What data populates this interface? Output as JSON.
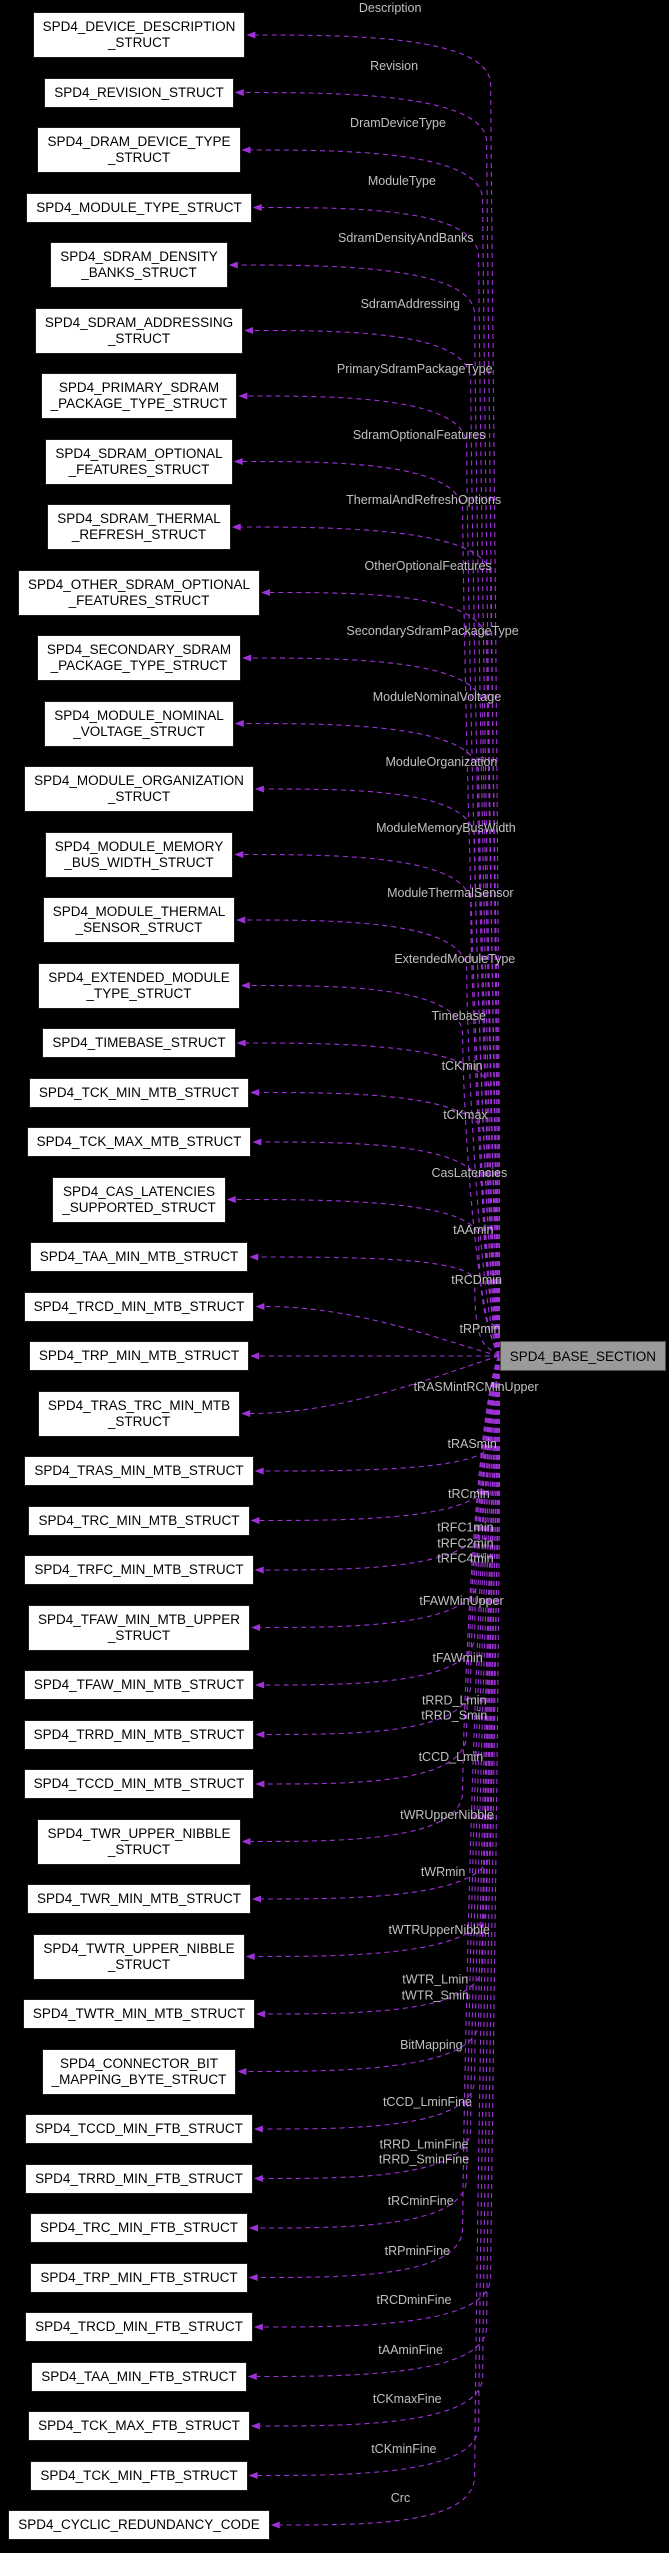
{
  "diagram": {
    "base_node": {
      "label": "SPD4_BASE_SECTION"
    },
    "colors": {
      "background": "#000000",
      "node_fill": "#FFFFFF",
      "node_border": "#1A1A1A",
      "node_text": "#000000",
      "base_fill": "#9A9A9A",
      "base_border": "#4D4D4D",
      "edge": "#9E32D8",
      "label_text": "#C0C0C0"
    },
    "rows": [
      {
        "name": "SPD4_DEVICE_DESCRIPTION\n_STRUCT",
        "field": "Description"
      },
      {
        "name": "SPD4_REVISION_STRUCT",
        "field": "Revision"
      },
      {
        "name": "SPD4_DRAM_DEVICE_TYPE\n_STRUCT",
        "field": "DramDeviceType"
      },
      {
        "name": "SPD4_MODULE_TYPE_STRUCT",
        "field": "ModuleType"
      },
      {
        "name": "SPD4_SDRAM_DENSITY\n_BANKS_STRUCT",
        "field": "SdramDensityAndBanks"
      },
      {
        "name": "SPD4_SDRAM_ADDRESSING\n_STRUCT",
        "field": "SdramAddressing"
      },
      {
        "name": "SPD4_PRIMARY_SDRAM\n_PACKAGE_TYPE_STRUCT",
        "field": "PrimarySdramPackageType"
      },
      {
        "name": "SPD4_SDRAM_OPTIONAL\n_FEATURES_STRUCT",
        "field": "SdramOptionalFeatures"
      },
      {
        "name": "SPD4_SDRAM_THERMAL\n_REFRESH_STRUCT",
        "field": "ThermalAndRefreshOptions"
      },
      {
        "name": "SPD4_OTHER_SDRAM_OPTIONAL\n_FEATURES_STRUCT",
        "field": "OtherOptionalFeatures"
      },
      {
        "name": "SPD4_SECONDARY_SDRAM\n_PACKAGE_TYPE_STRUCT",
        "field": "SecondarySdramPackageType"
      },
      {
        "name": "SPD4_MODULE_NOMINAL\n_VOLTAGE_STRUCT",
        "field": "ModuleNominalVoltage"
      },
      {
        "name": "SPD4_MODULE_ORGANIZATION\n_STRUCT",
        "field": "ModuleOrganization"
      },
      {
        "name": "SPD4_MODULE_MEMORY\n_BUS_WIDTH_STRUCT",
        "field": "ModuleMemoryBusWidth"
      },
      {
        "name": "SPD4_MODULE_THERMAL\n_SENSOR_STRUCT",
        "field": "ModuleThermalSensor"
      },
      {
        "name": "SPD4_EXTENDED_MODULE\n_TYPE_STRUCT",
        "field": "ExtendedModuleType"
      },
      {
        "name": "SPD4_TIMEBASE_STRUCT",
        "field": "Timebase"
      },
      {
        "name": "SPD4_TCK_MIN_MTB_STRUCT",
        "field": "tCKmin"
      },
      {
        "name": "SPD4_TCK_MAX_MTB_STRUCT",
        "field": "tCKmax"
      },
      {
        "name": "SPD4_CAS_LATENCIES\n_SUPPORTED_STRUCT",
        "field": "CasLatencies"
      },
      {
        "name": "SPD4_TAA_MIN_MTB_STRUCT",
        "field": "tAAmin"
      },
      {
        "name": "SPD4_TRCD_MIN_MTB_STRUCT",
        "field": "tRCDmin"
      },
      {
        "name": "SPD4_TRP_MIN_MTB_STRUCT",
        "field": "tRPmin"
      },
      {
        "name": "SPD4_TRAS_TRC_MIN_MTB\n_STRUCT",
        "field": "tRASMintRCMinUpper"
      },
      {
        "name": "SPD4_TRAS_MIN_MTB_STRUCT",
        "field": "tRASmin"
      },
      {
        "name": "SPD4_TRC_MIN_MTB_STRUCT",
        "field": "tRCmin"
      },
      {
        "name": "SPD4_TRFC_MIN_MTB_STRUCT",
        "field": "tRFC1min\ntRFC2min\ntRFC4min"
      },
      {
        "name": "SPD4_TFAW_MIN_MTB_UPPER\n_STRUCT",
        "field": "tFAWMinUpper"
      },
      {
        "name": "SPD4_TFAW_MIN_MTB_STRUCT",
        "field": "tFAWmin"
      },
      {
        "name": "SPD4_TRRD_MIN_MTB_STRUCT",
        "field": "tRRD_Lmin\ntRRD_Smin"
      },
      {
        "name": "SPD4_TCCD_MIN_MTB_STRUCT",
        "field": "tCCD_Lmin"
      },
      {
        "name": "SPD4_TWR_UPPER_NIBBLE\n_STRUCT",
        "field": "tWRUpperNibble"
      },
      {
        "name": "SPD4_TWR_MIN_MTB_STRUCT",
        "field": "tWRmin"
      },
      {
        "name": "SPD4_TWTR_UPPER_NIBBLE\n_STRUCT",
        "field": "tWTRUpperNibble"
      },
      {
        "name": "SPD4_TWTR_MIN_MTB_STRUCT",
        "field": "tWTR_Lmin\ntWTR_Smin"
      },
      {
        "name": "SPD4_CONNECTOR_BIT\n_MAPPING_BYTE_STRUCT",
        "field": "BitMapping"
      },
      {
        "name": "SPD4_TCCD_MIN_FTB_STRUCT",
        "field": "tCCD_LminFine"
      },
      {
        "name": "SPD4_TRRD_MIN_FTB_STRUCT",
        "field": "tRRD_LminFine\ntRRD_SminFine"
      },
      {
        "name": "SPD4_TRC_MIN_FTB_STRUCT",
        "field": "tRCminFine"
      },
      {
        "name": "SPD4_TRP_MIN_FTB_STRUCT",
        "field": "tRPminFine"
      },
      {
        "name": "SPD4_TRCD_MIN_FTB_STRUCT",
        "field": "tRCDminFine"
      },
      {
        "name": "SPD4_TAA_MIN_FTB_STRUCT",
        "field": "tAAminFine"
      },
      {
        "name": "SPD4_TCK_MAX_FTB_STRUCT",
        "field": "tCKmaxFine"
      },
      {
        "name": "SPD4_TCK_MIN_FTB_STRUCT",
        "field": "tCKminFine"
      },
      {
        "name": "SPD4_CYCLIC_REDUNDANCY_CODE",
        "field": "Crc"
      }
    ]
  }
}
